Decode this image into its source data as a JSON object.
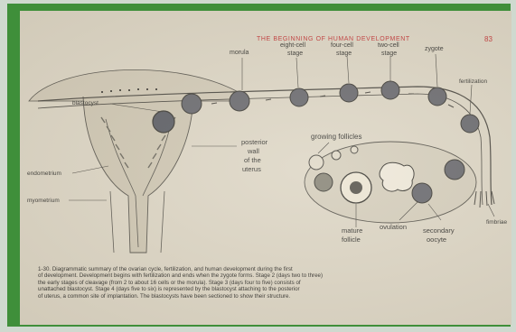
{
  "page_title": "THE BEGINNING OF HUMAN DEVELOPMENT",
  "page_number": "83",
  "labels": {
    "morula": "morula",
    "eight_cell_line1": "eight-cell",
    "eight_cell_line2": "stage",
    "four_cell_line1": "four-cell",
    "four_cell_line2": "stage",
    "two_cell_line1": "two-cell",
    "two_cell_line2": "stage",
    "zygote": "zygote",
    "fertilization": "fertilization",
    "blastocyst": "blastocyst",
    "endometrium": "endometrium",
    "myometrium": "myometrium",
    "posterior_line1": "posterior",
    "posterior_line2": "wall",
    "posterior_line3": "of the",
    "posterior_line4": "uterus",
    "growing_follicles": "growing follicles",
    "mature_line1": "mature",
    "mature_line2": "follicle",
    "ovulation": "ovulation",
    "secondary_line1": "secondary",
    "secondary_line2": "oocyte",
    "fimbriae": "fimbriae"
  },
  "caption": {
    "line1": "1-30. Diagrammatic summary of the ovarian cycle, fertilization, and human development during the first",
    "line2": "of development. Development begins with fertilization and ends when the zygote forms. Stage 2 (days two to three)",
    "line3": "the early stages of cleavage (from 2 to about 16 cells or the morula). Stage 3 (days four to five) consists of",
    "line4": "unattached blastocyst. Stage 4 (days five to six) is represented by the blastocyst attaching to the posterior",
    "line5": "of uterus, a common site of implantation. The blastocysts have been sectioned to show their structure."
  },
  "colors": {
    "frame": "#3f8f3a",
    "paper": "#ded7c6",
    "title": "#c43a3a",
    "ink": "#3b3a36"
  }
}
